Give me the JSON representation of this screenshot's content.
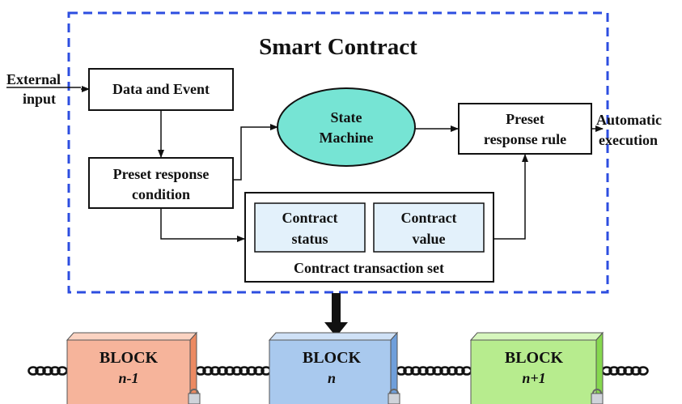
{
  "title": "Smart Contract",
  "external_input": [
    "External",
    "input"
  ],
  "data_event": "Data and Event",
  "preset_condition": [
    "Preset response",
    "condition"
  ],
  "state_machine": [
    "State",
    "Machine"
  ],
  "preset_rule": [
    "Preset",
    "response rule"
  ],
  "automatic_execution": [
    "Automatic",
    "execution"
  ],
  "contract_status": [
    "Contract",
    "status"
  ],
  "contract_value": [
    "Contract",
    "value"
  ],
  "transaction_set": "Contract transaction set",
  "blocks": [
    {
      "label": "BLOCK",
      "index": "n-1",
      "face": "#f6b49b",
      "side": "#ec8a62",
      "top": "#fbd3c2"
    },
    {
      "label": "BLOCK",
      "index": "n",
      "face": "#a9c9ee",
      "side": "#6f9fdb",
      "top": "#cfe1f6"
    },
    {
      "label": "BLOCK",
      "index": "n+1",
      "face": "#b7ec8e",
      "side": "#86d84f",
      "top": "#d6f6bd"
    }
  ],
  "colors": {
    "dashed_border": "#2d4ee0",
    "ellipse": "#76e4d4",
    "inner_box": "#e3f1fb"
  }
}
